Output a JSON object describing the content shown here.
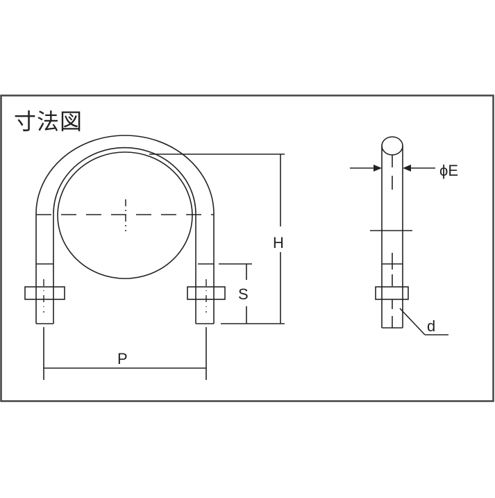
{
  "title": "寸法図",
  "labels": {
    "H": "H",
    "S": "S",
    "P": "P",
    "E": "ϕE",
    "d": "d"
  },
  "colors": {
    "line": "#222222",
    "background": "#ffffff",
    "frame": "#444444"
  },
  "views": [
    {
      "name": "front-view",
      "description": "U-bolt front view with pipe, nuts, H/S/P dimensions"
    },
    {
      "name": "side-view",
      "description": "U-bolt side view with ϕE and thread d"
    }
  ]
}
